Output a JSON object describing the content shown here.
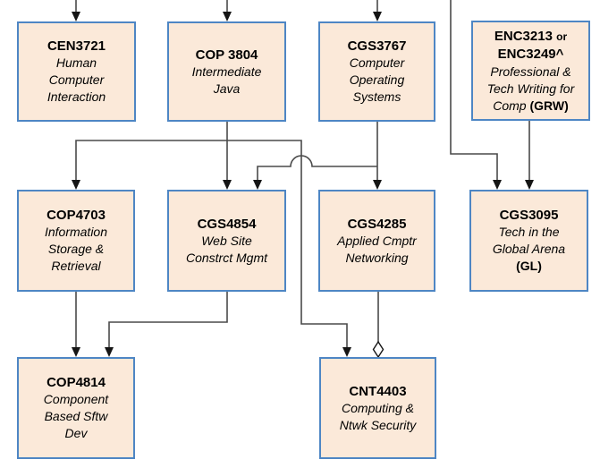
{
  "style": {
    "node_fill": "#fbe9d9",
    "node_border": "#4e86c4",
    "line_color": "#4a4a4a",
    "arrow_color": "#151515",
    "text_color": "#000000"
  },
  "nodes": [
    {
      "id": "cen3721",
      "code": "CEN3721",
      "title_lines": [
        "Human",
        "Computer",
        "Interaction"
      ]
    },
    {
      "id": "cop3804",
      "code": "COP 3804",
      "title_lines": [
        "Intermediate",
        "Java"
      ]
    },
    {
      "id": "cgs3767",
      "code": "CGS3767",
      "title_lines": [
        "Computer",
        "Operating",
        "Systems"
      ]
    },
    {
      "id": "enc3213",
      "code_line1": "ENC3213",
      "code_or": "or",
      "code_line2": "ENC3249^",
      "title_lines": [
        "Professional &",
        "Tech Writing for"
      ],
      "title_last_italic": "Comp",
      "title_last_bold": "(GRW)"
    },
    {
      "id": "cop4703",
      "code": "COP4703",
      "title_lines": [
        "Information",
        "Storage &",
        "Retrieval"
      ]
    },
    {
      "id": "cgs4854",
      "code": "CGS4854",
      "title_lines": [
        "Web Site",
        "Constrct Mgmt"
      ]
    },
    {
      "id": "cgs4285",
      "code": "CGS4285",
      "title_lines": [
        "Applied Cmptr",
        "Networking"
      ]
    },
    {
      "id": "cgs3095",
      "code": "CGS3095",
      "title_lines": [
        "Tech in the",
        "Global Arena"
      ],
      "title_bold": "(GL)"
    },
    {
      "id": "cop4814",
      "code": "COP4814",
      "title_lines": [
        "Component",
        "Based Sftw",
        "Dev"
      ]
    },
    {
      "id": "cnt4403",
      "code": "CNT4403",
      "title_lines": [
        "Computing &",
        "Ntwk Security"
      ]
    }
  ],
  "edges": [
    {
      "from": "offscreen-top",
      "to": "cen3721",
      "style": "arrow"
    },
    {
      "from": "offscreen-top",
      "to": "cop3804",
      "style": "arrow"
    },
    {
      "from": "offscreen-top",
      "to": "cgs3767",
      "style": "arrow"
    },
    {
      "from": "offscreen-top",
      "to": "cgs3095",
      "style": "arrow"
    },
    {
      "from": "cop3804",
      "to": "cop4703",
      "style": "arrow"
    },
    {
      "from": "cop3804",
      "to": "cgs4854",
      "style": "arrow"
    },
    {
      "from": "cop3804",
      "to": "cnt4403",
      "style": "arrow"
    },
    {
      "from": "cgs3767",
      "to": "cgs4285",
      "style": "arrow"
    },
    {
      "from": "cgs3767",
      "to": "cgs4854",
      "style": "arrow-with-line-hop"
    },
    {
      "from": "enc3213",
      "to": "cgs3095",
      "style": "arrow"
    },
    {
      "from": "cop4703",
      "to": "cop4814",
      "style": "arrow"
    },
    {
      "from": "cgs4854",
      "to": "cop4814",
      "style": "arrow"
    },
    {
      "from": "cgs4285",
      "to": "cnt4403",
      "style": "open-diamond"
    }
  ]
}
